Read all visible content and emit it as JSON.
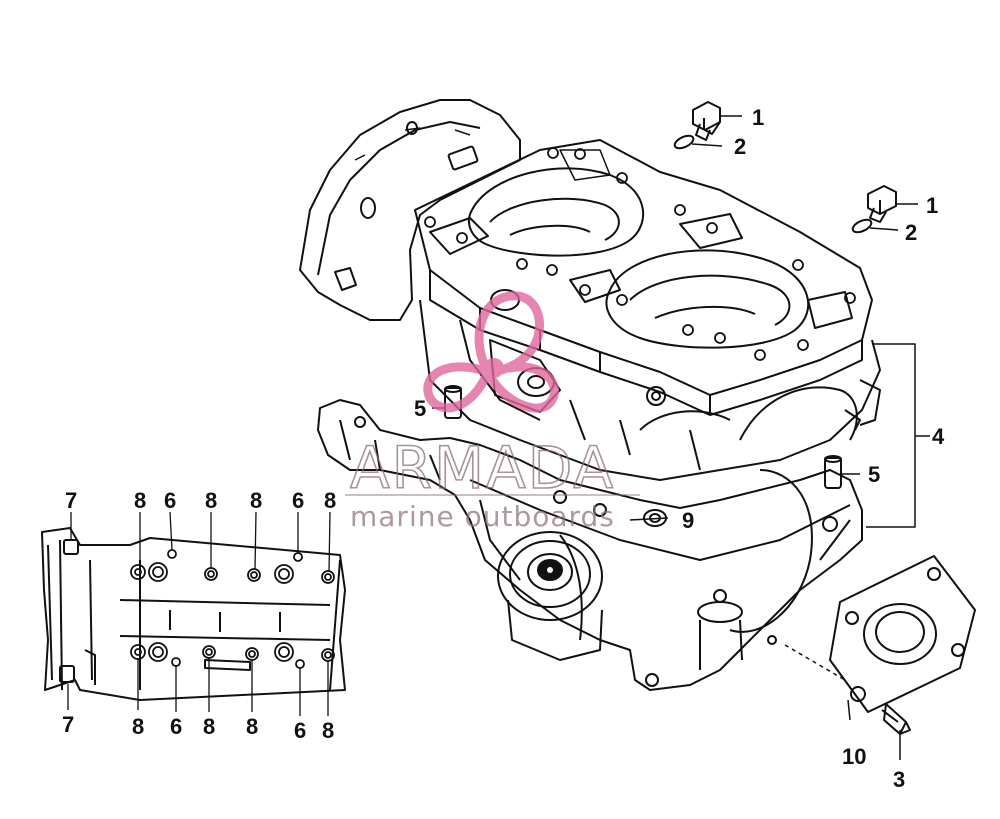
{
  "watermark": {
    "brand": "ARMADA",
    "tagline": "marine outboards",
    "logo_color": "#e0679c",
    "text_color": "#8a6f77"
  },
  "callouts": {
    "bolt_1a": "1",
    "bolt_1b": "1",
    "washer_2a": "2",
    "washer_2b": "2",
    "screw_3": "3",
    "crankcase_4": "4",
    "dowel_5a": "5",
    "dowel_5b": "5",
    "gasket_10": "10",
    "seal_9": "9",
    "cover_top": [
      "7",
      "8",
      "6",
      "8",
      "8",
      "6",
      "8"
    ],
    "cover_bottom": [
      "7",
      "8",
      "6",
      "8",
      "8",
      "6",
      "8"
    ]
  },
  "line_color": "#111111"
}
